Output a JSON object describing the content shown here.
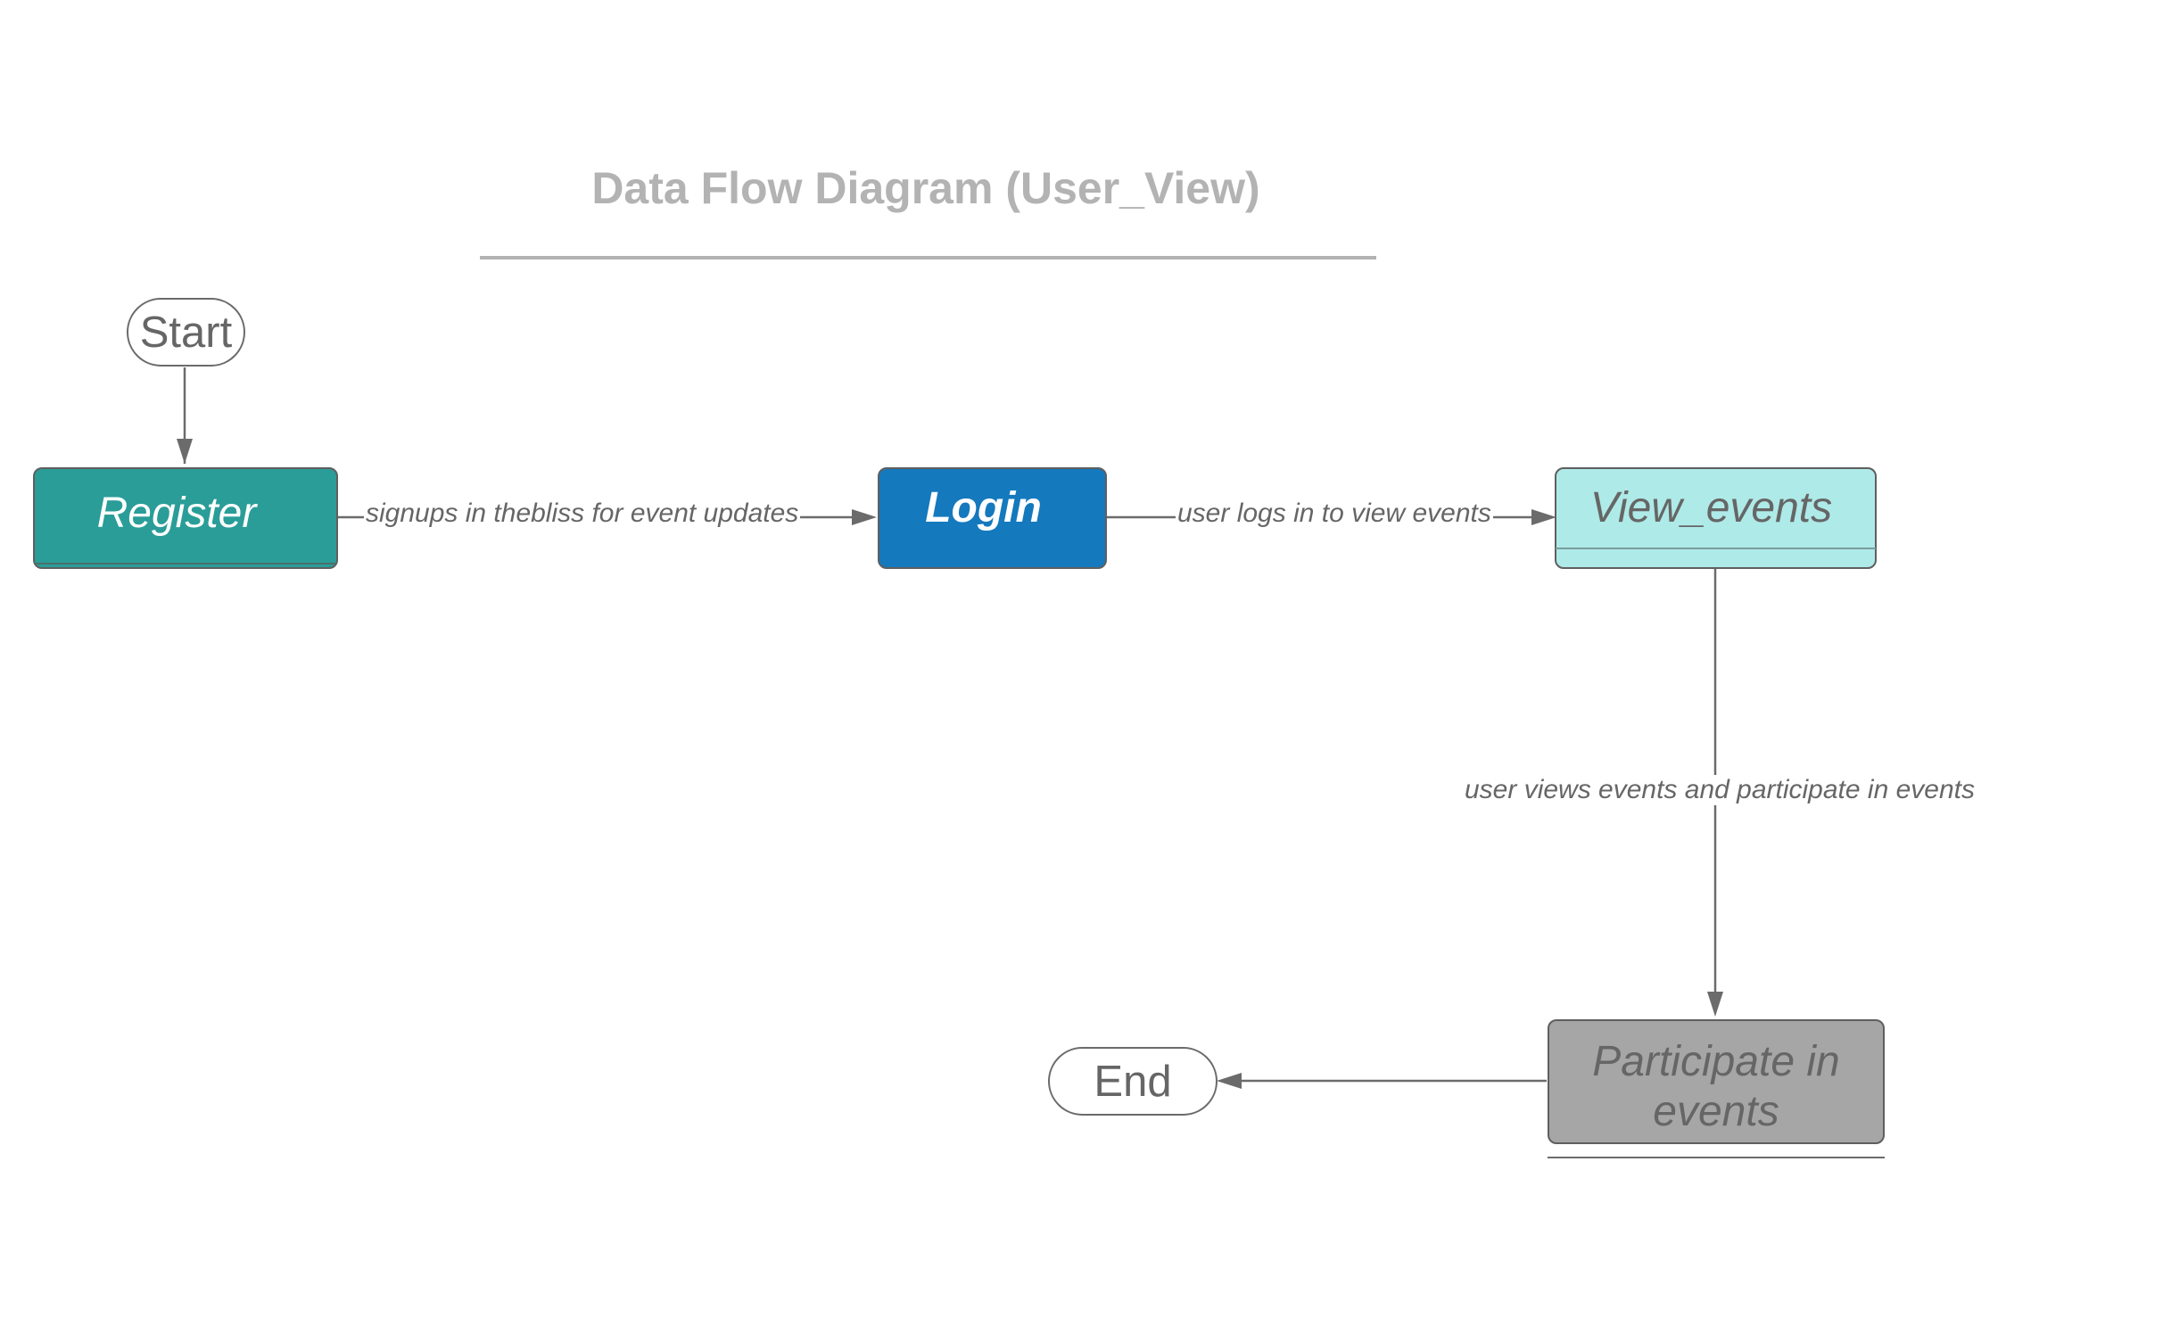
{
  "diagram": {
    "title": "Data Flow Diagram (User_View)",
    "nodes": {
      "start": {
        "label": "Start",
        "shape": "terminal"
      },
      "register": {
        "label": "Register",
        "shape": "process",
        "fill": "#2a9d98",
        "text_color": "#ffffff"
      },
      "login": {
        "label": "Login",
        "shape": "process",
        "fill": "#1479bd",
        "text_color": "#ffffff"
      },
      "view_events": {
        "label": "View_events",
        "shape": "process",
        "fill": "#aeeae8",
        "text_color": "#666666"
      },
      "participate": {
        "label": "Participate in events",
        "shape": "process",
        "fill": "#a6a6a6",
        "text_color": "#666666"
      },
      "end": {
        "label": "End",
        "shape": "terminal"
      }
    },
    "edges": [
      {
        "from": "start",
        "to": "register",
        "label": ""
      },
      {
        "from": "register",
        "to": "login",
        "label": "signups in thebliss for event updates"
      },
      {
        "from": "login",
        "to": "view_events",
        "label": "user logs in to view events"
      },
      {
        "from": "view_events",
        "to": "participate",
        "label": "user views events and participate in events"
      },
      {
        "from": "participate",
        "to": "end",
        "label": ""
      }
    ],
    "colors": {
      "connector": "#6b6b6b",
      "title": "#b3b3b3"
    }
  }
}
